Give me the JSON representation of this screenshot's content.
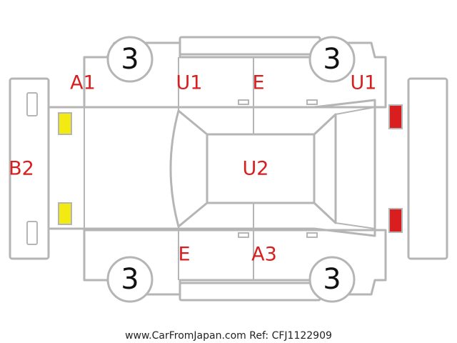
{
  "colors": {
    "damage_code": "#d81e1e",
    "outline": "#b5b5b5",
    "front_lamp": "#f2ea10",
    "rear_lamp": "#d81e1e"
  },
  "wheels": {
    "front_top": "3",
    "rear_top": "3",
    "front_bottom": "3",
    "rear_bottom": "3"
  },
  "damage_codes": {
    "front_bumper": "B2",
    "hood_left_top": "A1",
    "front_door_top": "U1",
    "rear_door_top": "E",
    "rear_quarter_top": "U1",
    "roof": "U2",
    "front_door_bottom": "E",
    "rear_door_bottom": "A3"
  },
  "footer": {
    "text": "www.CarFromJapan.com Ref: CFJ1122909"
  }
}
